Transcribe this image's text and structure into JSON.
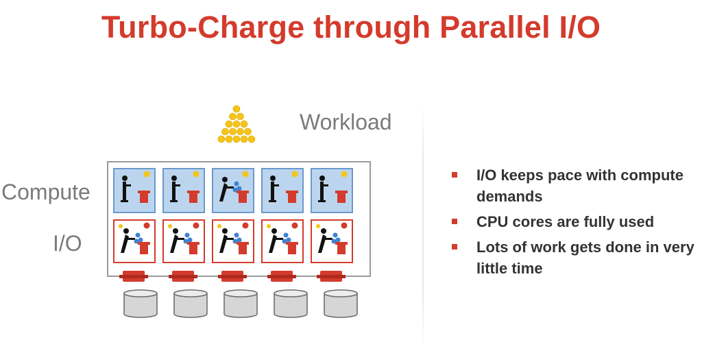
{
  "slide": {
    "title": "Turbo-Charge through Parallel I/O",
    "labels": {
      "workload": "Workload",
      "compute": "Compute",
      "io": "I/O"
    },
    "bullets": [
      "I/O keeps pace with compute demands",
      "CPU cores are fully used",
      "Lots of work gets done in very little time"
    ]
  },
  "colors": {
    "accent_red": "#d33b2c",
    "gold": "#f5c518",
    "compute_cell_fill": "#bcd5ee",
    "compute_cell_border": "#6a99cc",
    "worker_blue": "#3f82d4",
    "disk_fill": "#d6d6d6",
    "disk_border": "#6e6e6e"
  },
  "diagram": {
    "columns": 5,
    "compute_poses": [
      "standing",
      "standing",
      "working",
      "standing",
      "standing"
    ],
    "io_poses": [
      "working",
      "working",
      "working",
      "working",
      "working"
    ],
    "disks": 5,
    "workload_pyramid_rows": [
      1,
      2,
      3,
      4,
      5
    ]
  }
}
